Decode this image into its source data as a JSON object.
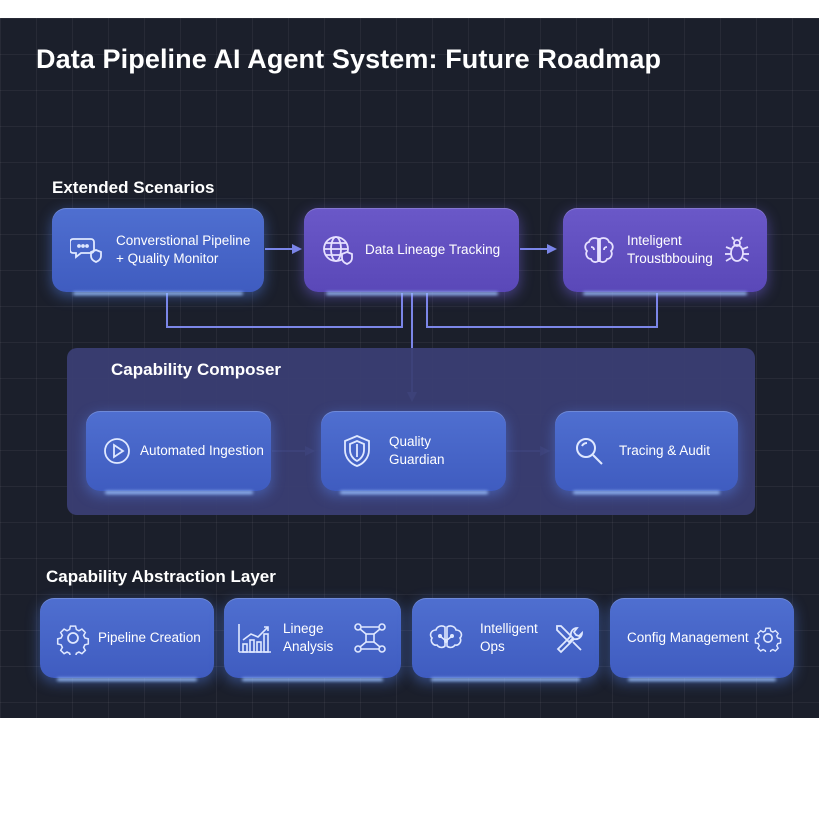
{
  "title": "Data Pipeline AI Agent System: Future Roadmap",
  "sections": {
    "extended": "Extended Scenarios",
    "composer": "Capability Composer",
    "abstraction": "Capability Abstraction Layer"
  },
  "extended": [
    {
      "label": "Converstional Pipeline\n+ Quality Monitor",
      "icon": "chat-shield-icon"
    },
    {
      "label": "Data Lineage Tracking",
      "icon": "globe-shield-icon"
    },
    {
      "label": "Inteligent\nTroustbbouing",
      "icon": "brain-icon",
      "icon2": "bug-icon"
    }
  ],
  "composer": [
    {
      "label": "Automated Ingestion",
      "icon": "play-circle-icon"
    },
    {
      "label": "Quality\nGuardian",
      "icon": "shield-icon"
    },
    {
      "label": "Tracing & Audit",
      "icon": "magnifier-icon"
    }
  ],
  "abstraction": [
    {
      "label": "Pipeline Creation",
      "icon": "gear-icon"
    },
    {
      "label": "Linege\nAnalysis",
      "icon": "bar-chart-icon",
      "icon2": "network-icon"
    },
    {
      "label": "Intelligent\nOps",
      "icon": "brain-icon",
      "icon2": "tools-icon"
    },
    {
      "label": "Config Management",
      "icon": "gear-icon"
    }
  ],
  "colors": {
    "background": "#1b1f2b",
    "box_blue": "#4f6fd0",
    "box_purple": "#6a58c8",
    "composer_panel": "#3a3e73",
    "connector": "#7b86e8"
  }
}
